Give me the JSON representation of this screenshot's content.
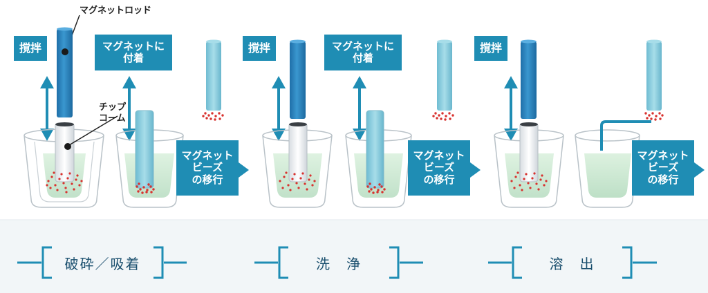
{
  "labels": {
    "rod": "マグネットロッド",
    "tip_comb_line1": "チップ",
    "tip_comb_line2": "コーム",
    "stir": "撹拌",
    "attach_line1": "マグネットに",
    "attach_line2": "付着",
    "transfer_line1": "マグネット",
    "transfer_line2": "ビーズ",
    "transfer_line3": "の移行"
  },
  "stages": [
    {
      "title": "破砕／吸着"
    },
    {
      "title": "洗　浄"
    },
    {
      "title": "溶　出"
    }
  ],
  "colors": {
    "box_blue": "#1f8db4",
    "rod_dark": "#2e86c0",
    "rod_light": "#8fd0e0",
    "liquid": "#c9e8cf",
    "beads": "#d8322f",
    "bracket": "#1f8db4",
    "band": "#eef3f6"
  }
}
